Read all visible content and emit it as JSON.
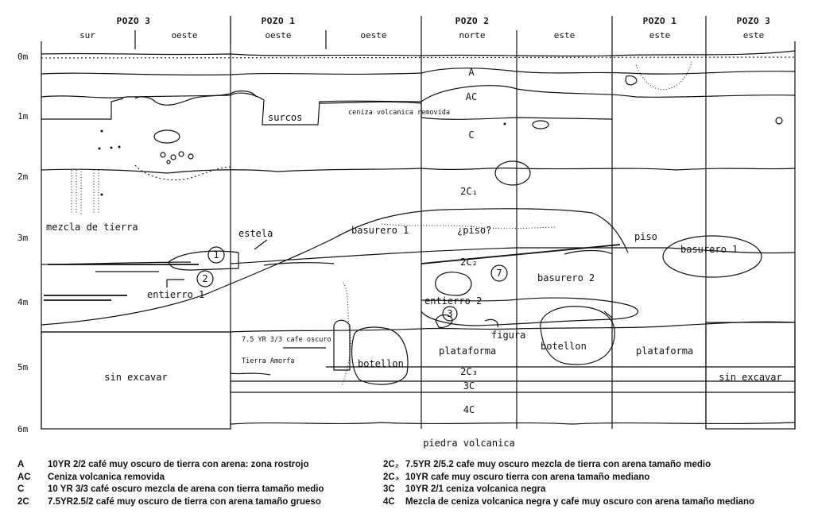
{
  "headers": [
    {
      "pozo": "POZO 3",
      "wall": "sur"
    },
    {
      "pozo": "",
      "wall": "oeste"
    },
    {
      "pozo": "POZO 1",
      "wall": "oeste"
    },
    {
      "pozo": "",
      "wall": "oeste"
    },
    {
      "pozo": "POZO 2",
      "wall": "norte"
    },
    {
      "pozo": "",
      "wall": "este"
    },
    {
      "pozo": "POZO 1",
      "wall": "este"
    },
    {
      "pozo": "POZO 3",
      "wall": "este"
    }
  ],
  "depth_labels": [
    "0m",
    "1m",
    "2m",
    "3m",
    "4m",
    "5m",
    "6m"
  ],
  "layers": {
    "A": "A",
    "AC": "AC",
    "C": "C",
    "C2_1": "2C₁",
    "C2_2": "2C₂",
    "C2_3": "2C₃",
    "C3": "3C",
    "C4": "4C"
  },
  "labels": {
    "surcos": "surcos",
    "ceniza": "ceniza volcanica removida",
    "mezcla": "mezcla de tierra",
    "estela": "estela",
    "basurero1_left": "basurero 1",
    "piso_q": "¿piso?",
    "piso": "piso",
    "basurero1_right": "basurero 1",
    "basurero2": "basurero 2",
    "entierro1": "entierro 1",
    "entierro2": "entierro 2",
    "figura": "figura",
    "cafe_oscuro": "7.5 YR 3/3  cafe oscuro",
    "tierra_amorfa": "Tierra Amorfa",
    "botellon_left": "botellon",
    "botellon_right": "botellon",
    "plataforma_left": "plataforma",
    "plataforma_right": "plataforma",
    "sin_excavar_left": "sin excavar",
    "sin_excavar_right": "sin excavar",
    "piedra": "piedra volcanica",
    "circle1": "1",
    "circle2": "2",
    "circle3": "3",
    "circle7": "7"
  },
  "legend": {
    "left": [
      {
        "code": "A",
        "desc": "10YR 2/2 café muy oscuro de tierra con arena: zona rostrojo"
      },
      {
        "code": "AC",
        "desc": "Ceniza volcanica removida"
      },
      {
        "code": "C",
        "desc": "10 YR 3/3 café oscuro mezcla de arena con tierra tamaño medio"
      },
      {
        "code": "2C",
        "desc": "7.5YR2.5/2 café muy oscuro de tierra con arena tamaño grueso"
      }
    ],
    "right": [
      {
        "code": "2C₂",
        "desc": "7.5YR 2/5.2 cafe muy oscuro mezcla de tierra con arena tamaño medio"
      },
      {
        "code": "2C₃",
        "desc": "10YR cafe muy oscuro tierra con arena tamaño mediano"
      },
      {
        "code": "3C",
        "desc": "10YR 2/1 ceniza volcanica negra"
      },
      {
        "code": "4C",
        "desc": "Mezcla de ceniza volcanica negra y cafe muy oscuro con arena tamaño mediano"
      }
    ]
  }
}
